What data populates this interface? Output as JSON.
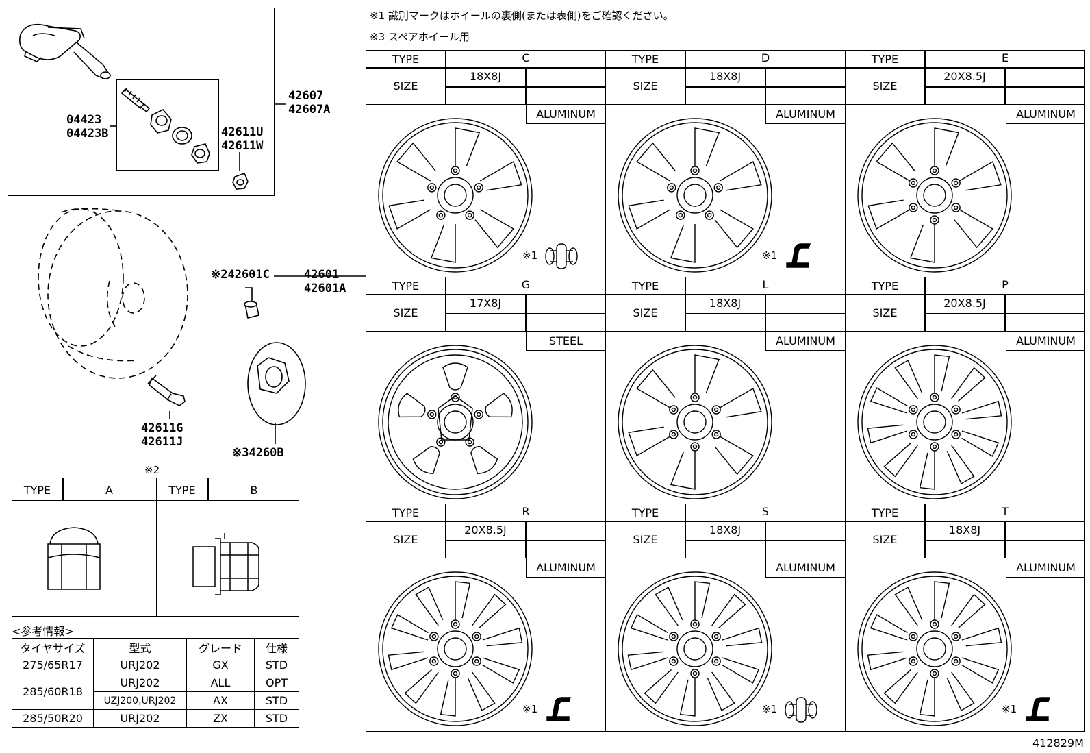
{
  "notes": {
    "note1": "※1 識別マークはホイールの裏側(または表側)をご確認ください。",
    "note3": "※3 スペアホイール用"
  },
  "parts": {
    "sensor_top": "42607",
    "sensor_bottom": "42607A",
    "kit_top": "04423",
    "kit_bottom": "04423B",
    "cap_top": "42611U",
    "cap_bottom": "42611W",
    "wheel_top": "42601",
    "wheel_bottom": "42601A",
    "nut_part": "※242601C",
    "valve_top": "42611G",
    "valve_bottom": "42611J",
    "spare": "※34260B"
  },
  "header_labels": {
    "type": "TYPE",
    "size": "SIZE"
  },
  "wheels": [
    {
      "type": "C",
      "size": "18X8J",
      "material": "ALUMINUM",
      "mark": "※1",
      "mark_icon": "tire-valve-mark-icon"
    },
    {
      "type": "D",
      "size": "18X8J",
      "material": "ALUMINUM",
      "mark": "※1",
      "mark_icon": "hook-mark-icon"
    },
    {
      "type": "E",
      "size": "20X8.5J",
      "material": "ALUMINUM",
      "mark": "",
      "mark_icon": ""
    },
    {
      "type": "G",
      "size": "17X8J",
      "material": "STEEL",
      "mark": "",
      "mark_icon": ""
    },
    {
      "type": "L",
      "size": "18X8J",
      "material": "ALUMINUM",
      "mark": "",
      "mark_icon": ""
    },
    {
      "type": "P",
      "size": "20X8.5J",
      "material": "ALUMINUM",
      "mark": "",
      "mark_icon": ""
    },
    {
      "type": "R",
      "size": "20X8.5J",
      "material": "ALUMINUM",
      "mark": "※1",
      "mark_icon": "hook-mark-icon"
    },
    {
      "type": "S",
      "size": "18X8J",
      "material": "ALUMINUM",
      "mark": "※1",
      "mark_icon": "tire-valve-mark-icon"
    },
    {
      "type": "T",
      "size": "18X8J",
      "material": "ALUMINUM",
      "mark": "※1",
      "mark_icon": "hook-mark-icon"
    }
  ],
  "nut_table": {
    "mark": "※2",
    "type_label": "TYPE",
    "type_a": "A",
    "type_b": "B"
  },
  "reference": {
    "title": "<参考情報>",
    "headers": [
      "タイヤサイズ",
      "型式",
      "グレード",
      "仕様"
    ],
    "rows": [
      {
        "tire": "275/65R17",
        "model": "URJ202",
        "grade": "GX",
        "spec": "STD"
      },
      {
        "tire": "285/60R18",
        "model": "URJ202",
        "grade": "ALL",
        "spec": "OPT"
      },
      {
        "tire": "",
        "model": "UZJ200,URJ202",
        "grade": "AX",
        "spec": "STD"
      },
      {
        "tire": "285/50R20",
        "model": "URJ202",
        "grade": "ZX",
        "spec": "STD"
      }
    ]
  },
  "diagram_id": "412829M"
}
